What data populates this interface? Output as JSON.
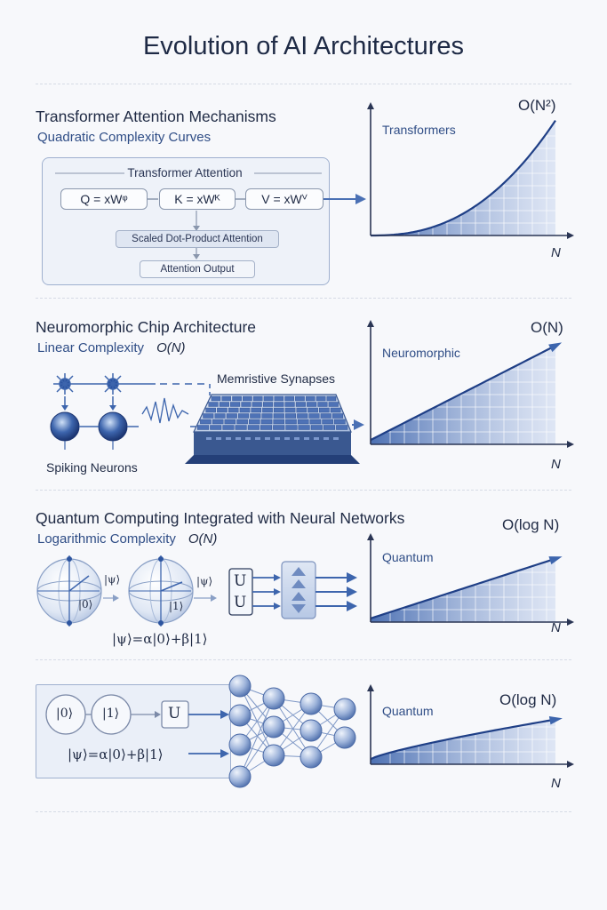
{
  "title": "Evolution of AI Architectures",
  "sections": [
    {
      "heading": "Transformer Attention Mechanisms",
      "subtitle": "Quadratic Complexity Curves",
      "panel_title": "Transformer Attention",
      "q": "Q = xWᵠ",
      "k": "K = xWᴷ",
      "v": "V = xWⱽ",
      "scaled": "Scaled Dot-Product Attention",
      "output": "Attention Output",
      "graph_label": "Transformers",
      "complexity": "O(N²)",
      "axis": "N"
    },
    {
      "heading": "Neuromorphic Chip Architecture",
      "subtitle": "Linear Complexity",
      "subtitle_math": "O(N)",
      "synapses": "Memristive Synapses",
      "neurons": "Spiking Neurons",
      "graph_label": "Neuromorphic",
      "complexity": "O(N)",
      "axis": "N"
    },
    {
      "heading": "Quantum Computing Integrated with Neural Networks",
      "subtitle": "Logarithmic Complexity",
      "subtitle_math": "O(N)",
      "psi0": "|ψ⟩",
      "psi1": "|ψ⟩",
      "ket0": "|0⟩",
      "ket1": "|1⟩",
      "gate1": "U",
      "gate2": "U",
      "state": "|ψ⟩=α|0⟩+β|1⟩",
      "graph_label": "Quantum",
      "complexity": "O(log N)",
      "axis": "N"
    },
    {
      "ket0": "|0⟩",
      "ket1": "|1⟩",
      "gate": "U",
      "state": "|ψ⟩=α|0⟩+β|1⟩",
      "graph_label": "Quantum",
      "complexity": "O(log N)",
      "axis": "N"
    }
  ],
  "colors": {
    "accent": "#2d55a0",
    "fill": "#c9d6ee",
    "axis": "#2a3554"
  }
}
